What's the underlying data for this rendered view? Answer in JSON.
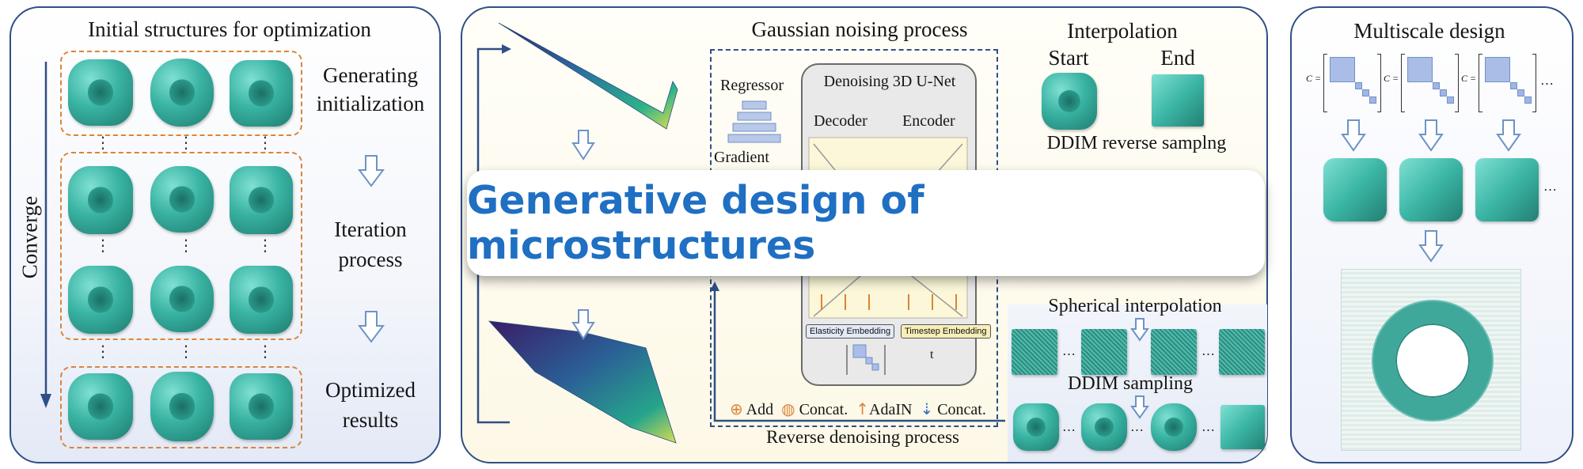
{
  "left_panel": {
    "title": "Initial structures for optimization",
    "converge_label": "Converge",
    "label_generating_1": "Generating",
    "label_generating_2": "initialization",
    "label_iteration_1": "Iteration",
    "label_iteration_2": "process",
    "label_optimized_1": "Optimized",
    "label_optimized_2": "results",
    "dots": "⋮"
  },
  "middle_panel": {
    "gaussian_title": "Gaussian noising process",
    "regressor": "Regressor",
    "gradient": "Gradient",
    "unet_title": "Denoising 3D U-Net",
    "decoder": "Decoder",
    "encoder": "Encoder",
    "elasticity_embedding": "Elasticity Embedding",
    "timestep_embedding": "Timestep Embedding",
    "t_label": "t",
    "legend_add": "Add",
    "legend_concat": "Concat.",
    "legend_adain": "AdaIN",
    "legend_concat2": "Concat.",
    "reverse_title": "Reverse denoising process",
    "interpolation_title": "Interpolation",
    "start": "Start",
    "end": "End",
    "ddim_reverse": "DDIM reverse samplng",
    "spherical": "Spherical interpolation",
    "ddim_sampling": "DDIM sampling",
    "ellipsis": "…"
  },
  "right_panel": {
    "title": "Multiscale design",
    "c_eq": "C =",
    "ellipsis": "…"
  },
  "banner": {
    "title": "Generative design of microstructures"
  },
  "colors": {
    "panel_border": "#2f4f86",
    "banner_text": "#1f6fc3",
    "structure": "#3bb6a6",
    "dashed_box": "#d9843a",
    "arrow_outline": "#6e93c6"
  }
}
